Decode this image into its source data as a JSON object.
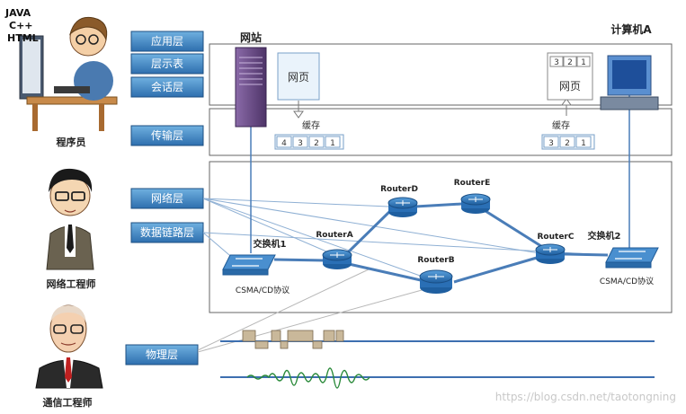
{
  "roles": {
    "programmer": {
      "label": "程序员",
      "languages": [
        "JAVA",
        "C++",
        "HTML"
      ]
    },
    "network_engineer": {
      "label": "网络工程师"
    },
    "telecom_engineer": {
      "label": "通信工程师"
    }
  },
  "layers": {
    "application": "应用层",
    "presentation": "层示表",
    "session": "会话层",
    "transport": "传输层",
    "network": "网络层",
    "datalink": "数据链路层",
    "physical": "物理层"
  },
  "website": {
    "title": "网站",
    "webpage": "网页",
    "cache_label": "缓存",
    "cache_cells": [
      "4",
      "3",
      "2",
      "1"
    ]
  },
  "computer": {
    "title": "计算机A",
    "webpage": "网页",
    "cache_label": "缓存",
    "cache_cells": [
      "3",
      "2",
      "1"
    ],
    "page_cells": [
      "3",
      "2",
      "1"
    ]
  },
  "network": {
    "switch1": "交换机1",
    "switch2": "交换机2",
    "protocol1": "CSMA/CD协议",
    "protocol2": "CSMA/CD协议",
    "routers": {
      "A": "RouterA",
      "B": "RouterB",
      "C": "RouterC",
      "D": "RouterD",
      "E": "RouterE"
    }
  },
  "watermark": "https://blog.csdn.net/taotongning",
  "colors": {
    "layer_label_bg": "#2e7bb6",
    "layer_label_text": "#ffffff",
    "line": "#4a7db8",
    "router": "#2a6fb5",
    "switch": "#3a7fc0",
    "server": "#6a4b8a"
  }
}
